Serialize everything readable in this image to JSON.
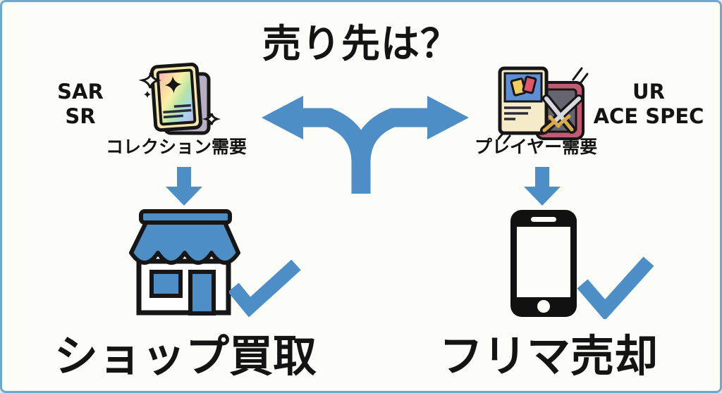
{
  "title": "売り先は？",
  "colors": {
    "accent_blue": "#4d8ec6",
    "frame_border": "#6da9cd",
    "background": "#fcfcf8",
    "ink": "#141414",
    "card_cream": "#f3e6ae",
    "card_back_gray": "#b6aec2",
    "battle_back_pink": "#c15a72",
    "battle_back_gray": "#66656f",
    "panel_blue": "#5d8ed6"
  },
  "icons": {
    "fork_arrow": "fork-branching-arrow",
    "down_arrow": "down-arrow",
    "checkmark": "checkmark",
    "left_card": "holo-sparkle-card",
    "right_card": "battle-swords-card",
    "left_destination": "shop-storefront",
    "right_destination": "smartphone"
  },
  "left": {
    "rarities": [
      "SAR",
      "SR"
    ],
    "demand": "コレクション需要",
    "result": "ショップ買取"
  },
  "right": {
    "rarities": [
      "UR",
      "ACE SPEC"
    ],
    "demand": "プレイヤー需要",
    "result": "フリマ売却"
  }
}
